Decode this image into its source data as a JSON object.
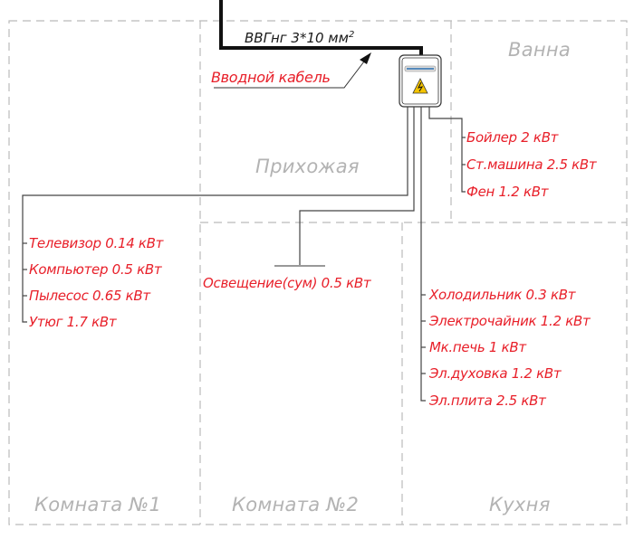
{
  "cable": {
    "label": "ВВГнг 3*10 мм",
    "superscript": "2",
    "caption": "Вводной кабель"
  },
  "rooms": {
    "bath": "Ванна",
    "hall": "Прихожая",
    "room1": "Комната №1",
    "room2": "Комната №2",
    "kitchen": "Кухня"
  },
  "bath_loads": [
    "Бойлер 2 кВт",
    "Ст.машина 2.5 кВт",
    "Фен 1.2 кВт"
  ],
  "room1_loads": [
    "Телевизор 0.14 кВт",
    "Компьютер 0.5 кВт",
    "Пылесос 0.65 кВт",
    "Утюг 1.7 кВт"
  ],
  "lighting": "Освещение(сум) 0.5 кВт",
  "kitchen_loads": [
    "Холодильник 0.3 кВт",
    "Электрочайник 1.2 кВт",
    "Мк.печь 1 кВт",
    "Эл.духовка 1.2 кВт",
    "Эл.плита 2.5 кВт"
  ],
  "colors": {
    "accent": "#e8202a",
    "room": "#b3b3b3",
    "wire": "#333333"
  }
}
